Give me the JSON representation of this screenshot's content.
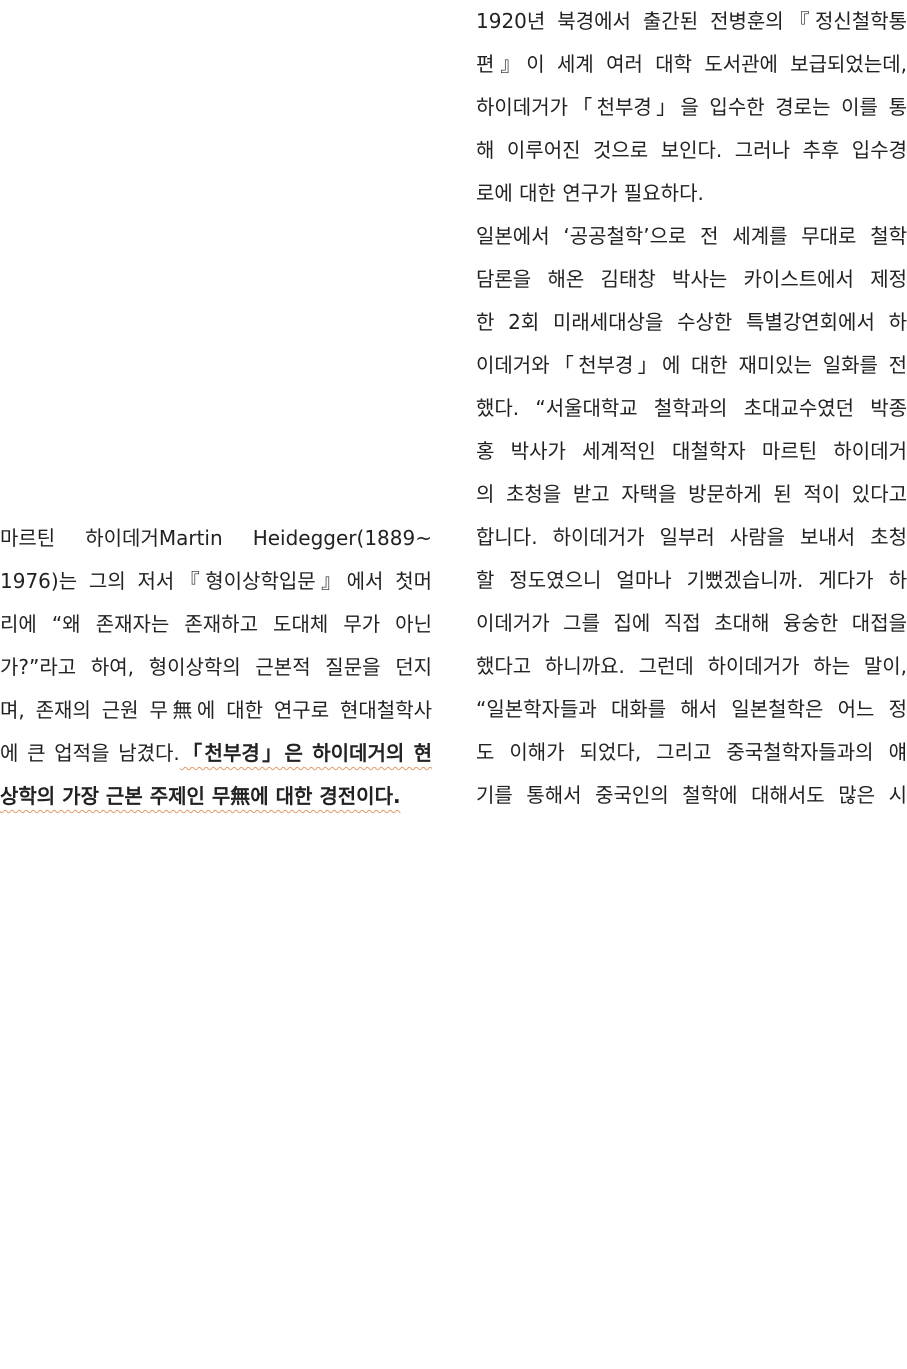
{
  "left_column": {
    "lines": [
      "마르틴 하이데거Martin Heidegger(1889~",
      "1976)는 그의 저서『형이상학입문』에서 첫머",
      "리에 “왜 존재자는 존재하고 도대체 무가 아닌",
      "가?”라고 하여, 형이상학의 근본적 질문을 던지",
      "며, 존재의 근원 무無에 대한 연구로 현대철학사"
    ],
    "highlight_line_pre": "에 큰 업적을 남겼다.",
    "highlight_line_emph": "「천부경」은 하이데거의 현",
    "highlight_last_line": "상학의 가장 근본 주제인 무無에 대한 경전이다."
  },
  "right_column": {
    "paragraph1": [
      "1920년 북경에서 출간된 전병훈의『정신철학통",
      "편』이 세계 여러 대학 도서관에 보급되었는데,",
      "하이데거가「천부경」을 입수한 경로는 이를 통",
      "해 이루어진 것으로 보인다. 그러나 추후 입수경",
      "로에 대한 연구가 필요하다."
    ],
    "paragraph2": [
      "일본에서 ‘공공철학’으로 전 세계를 무대로 철학",
      "담론을 해온 김태창 박사는 카이스트에서 제정",
      "한 2회 미래세대상을 수상한 특별강연회에서 하",
      "이데거와「천부경」에 대한 재미있는 일화를 전",
      "했다. “서울대학교 철학과의 초대교수였던 박종",
      "홍 박사가 세계적인 대철학자 마르틴 하이데거",
      "의 초청을 받고 자택을 방문하게 된 적이 있다고",
      "합니다. 하이데거가 일부러 사람을 보내서 초청",
      "할 정도였으니 얼마나 기뻤겠습니까. 게다가 하",
      "이데거가 그를 집에 직접 초대해 융숭한 대접을",
      "했다고 하니까요. 그런데 하이데거가 하는 말이,",
      "“일본학자들과 대화를 해서 일본철학은 어느 정",
      "도 이해가 되었다, 그리고 중국철학자들과의 얘",
      "기를 통해서 중국인의 철학에 대해서도 많은 시"
    ]
  },
  "colors": {
    "text": "#222222",
    "highlight_underline": "#e29a67",
    "background": "#ffffff"
  }
}
